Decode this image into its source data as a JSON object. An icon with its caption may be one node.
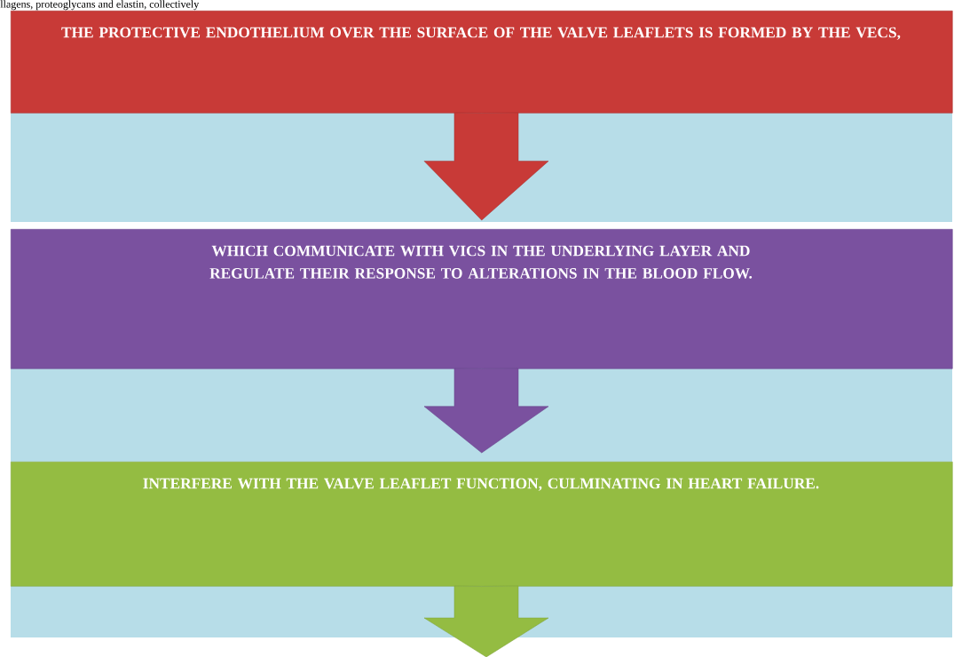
{
  "diagram": {
    "nodes": [
      {
        "text": [
          "THE PROTECTIVE ENDOTHELIUM OVER THE SURFACE OF THE VALVE LEAFLETS IS FORMED BY THE VECS,"
        ]
      },
      {
        "text": [
          "WHICH COMMUNICATE WITH VICS IN THE UNDERLYING LAYER AND REGULATE THEIR RESPONSE TO ALTERATIONS IN THE BLOOD FLOW."
        ]
      },
      {
        "text": [
          "INTERFERE WITH THE VALVE LEAFLET FUNCTION, CULMINATING IN HEART FAILURE."
        ]
      }
    ],
    "edges": [
      {
        "from": 0,
        "to": 1,
        "arrow": "to"
      },
      {
        "from": 1,
        "to": 2,
        "arrow": "to"
      },
      {
        "from": 2,
        "to": null,
        "arrow": "to"
      }
    ],
    "labels": [
      "llagens, proteoglycans and elastin, collectively"
    ]
  }
}
